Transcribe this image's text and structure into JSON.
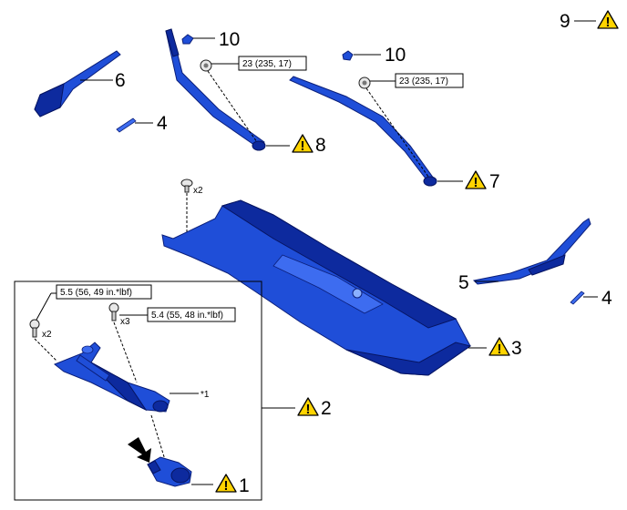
{
  "parts": [
    {
      "id": "p1",
      "label": "1"
    },
    {
      "id": "p2",
      "label": "2"
    },
    {
      "id": "p3",
      "label": "3"
    },
    {
      "id": "p4a",
      "label": "4"
    },
    {
      "id": "p4b",
      "label": "4"
    },
    {
      "id": "p5",
      "label": "5"
    },
    {
      "id": "p6",
      "label": "6"
    },
    {
      "id": "p7",
      "label": "7"
    },
    {
      "id": "p8",
      "label": "8"
    },
    {
      "id": "p9",
      "label": "9"
    },
    {
      "id": "p10a",
      "label": "10"
    },
    {
      "id": "p10b",
      "label": "10"
    }
  ],
  "torques": {
    "nut_left": "23 (235, 17)",
    "nut_right": "23 (235, 17)",
    "bolt_link": "5.5 (56, 49 in.*lbf)",
    "bolt_motor": "5.4 (55, 48 in.*lbf)"
  },
  "quantities": {
    "cowl_clip": "x2",
    "link_bolt": "x2",
    "motor_bolt": "x3"
  },
  "annotations": {
    "star_1": "*1"
  },
  "icons": {
    "warning": "warning-triangle-icon",
    "arrow": "black-arrow-icon"
  },
  "colors": {
    "part_blue": "#1f4ed8",
    "warning_yellow": "#ffd400"
  }
}
